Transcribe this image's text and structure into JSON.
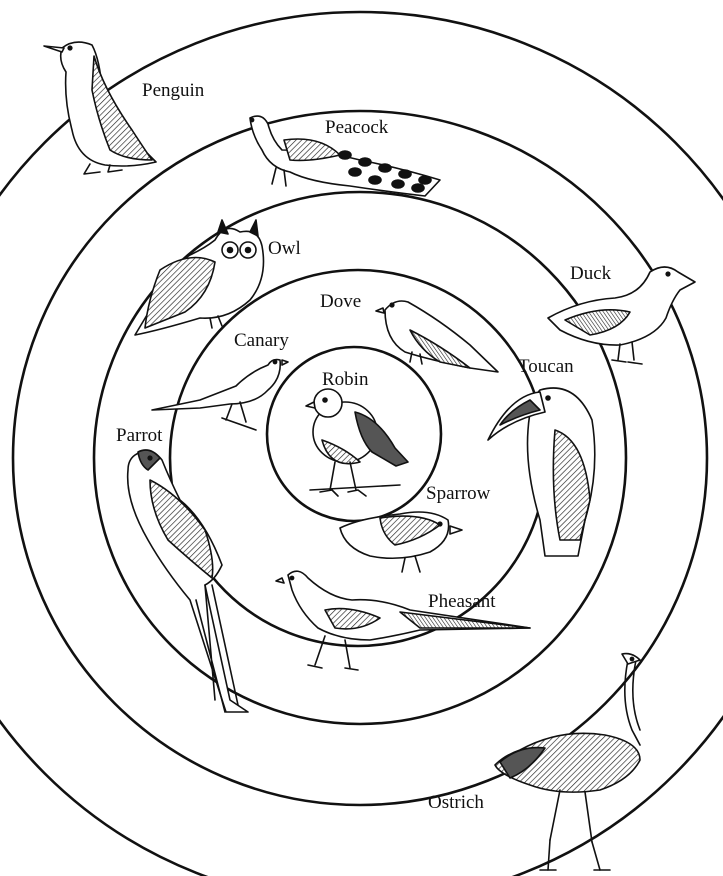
{
  "diagram": {
    "labels": {
      "robin": "Robin",
      "dove": "Dove",
      "canary": "Canary",
      "sparrow": "Sparrow",
      "toucan": "Toucan",
      "owl": "Owl",
      "parrot": "Parrot",
      "pheasant": "Pheasant",
      "duck": "Duck",
      "peacock": "Peacock",
      "penguin": "Penguin",
      "ostrich": "Ostrich"
    }
  }
}
